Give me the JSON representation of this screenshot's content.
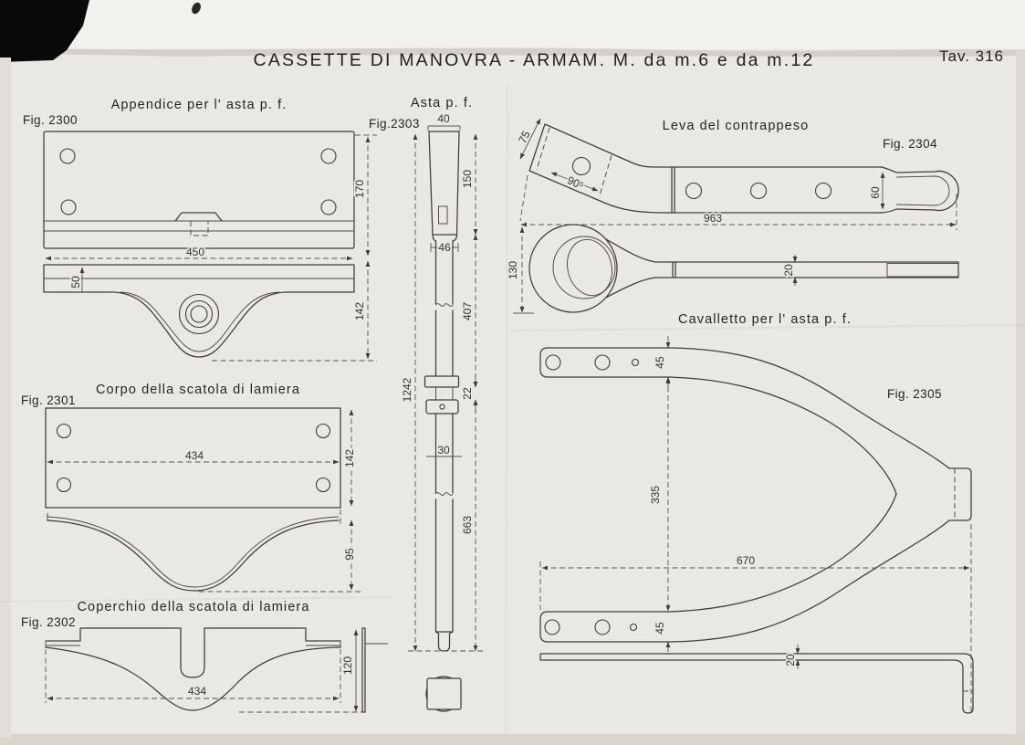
{
  "plate": {
    "title": "CASSETTE DI MANOVRA - ARMAM. M. da m.6 e da m.12",
    "tav": "Tav. 316"
  },
  "fig2300": {
    "label": "Fig. 2300",
    "title": "Appendice per l' asta p. f.",
    "d450": "450",
    "d50": "50",
    "d142": "142",
    "d170": "170"
  },
  "fig2301": {
    "label": "Fig. 2301",
    "title": "Corpo della scatola di lamiera",
    "d434": "434",
    "d142": "142",
    "d95": "95"
  },
  "fig2302": {
    "label": "Fig. 2302",
    "title": "Coperchio della scatola di lamiera",
    "d434": "434",
    "d120": "120"
  },
  "fig2303": {
    "label": "Fig.2303",
    "title": "Asta p. f.",
    "d40": "40",
    "d150": "150",
    "d46": "46",
    "d407": "407",
    "d22": "22",
    "d1242": "1242",
    "d30": "30",
    "d663": "663"
  },
  "fig2304": {
    "label": "Fig. 2304",
    "title": "Leva del contrappeso",
    "d75": "75",
    "d90": "90⁵",
    "d963": "963",
    "d60": "60",
    "d130": "130",
    "d20": "20"
  },
  "fig2305": {
    "label": "Fig. 2305",
    "title": "Cavalletto per l' asta p. f.",
    "d45_top": "45",
    "d335": "335",
    "d670": "670",
    "d45_bottom": "45",
    "d20": "20"
  }
}
